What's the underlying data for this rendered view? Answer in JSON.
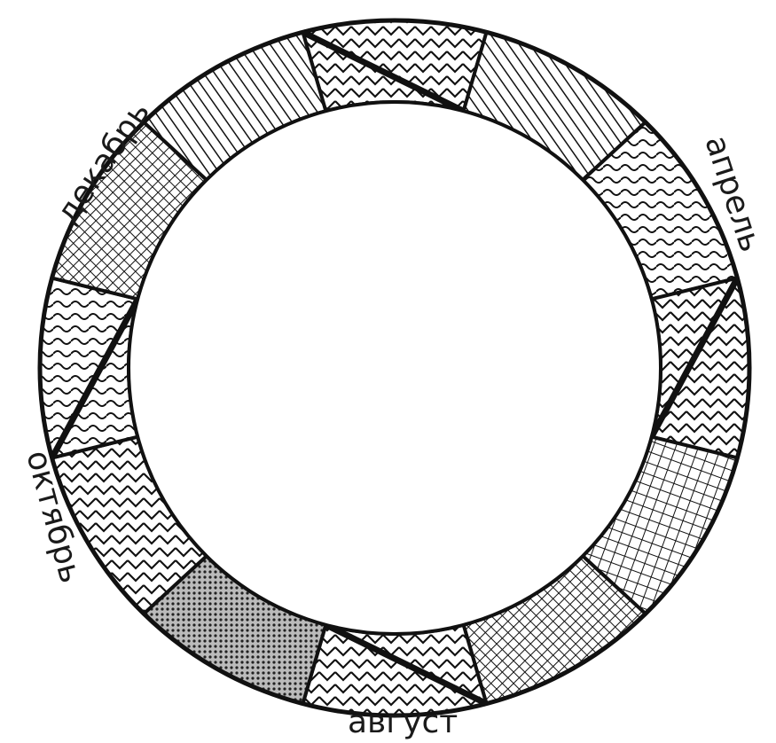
{
  "calendar_ring": {
    "month_labels": {
      "december": "декабрь",
      "april": "апрель",
      "october": "октябрь",
      "august": "август"
    },
    "segment_count": 12,
    "colors": {
      "ink": "#111111",
      "paper": "#ffffff",
      "shade": "#cfcfcf"
    }
  }
}
